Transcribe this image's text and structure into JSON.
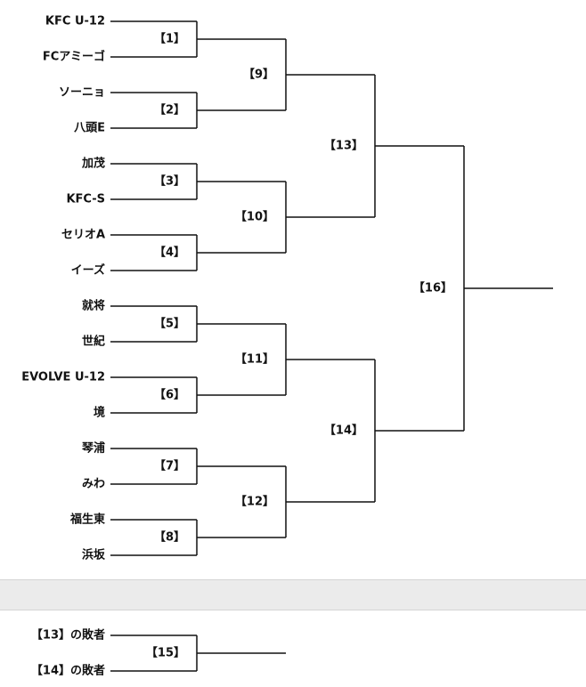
{
  "teams": [
    "KFC U-12",
    "FCアミーゴ",
    "ソーニョ",
    "八頭E",
    "加茂",
    "KFC-S",
    "セリオA",
    "イーズ",
    "就将",
    "世紀",
    "EVOLVE U-12",
    "境",
    "琴浦",
    "みわ",
    "福生東",
    "浜坂"
  ],
  "rounds": {
    "round1": [
      "【1】",
      "【2】",
      "【3】",
      "【4】",
      "【5】",
      "【6】",
      "【7】",
      "【8】"
    ],
    "quarterfinals": [
      "【9】",
      "【10】",
      "【11】",
      "【12】"
    ],
    "semifinals": [
      "【13】",
      "【14】"
    ],
    "final": "【16】"
  },
  "third_place": {
    "entrants": [
      "【13】の敗者",
      "【14】の敗者"
    ],
    "match": "【15】"
  }
}
